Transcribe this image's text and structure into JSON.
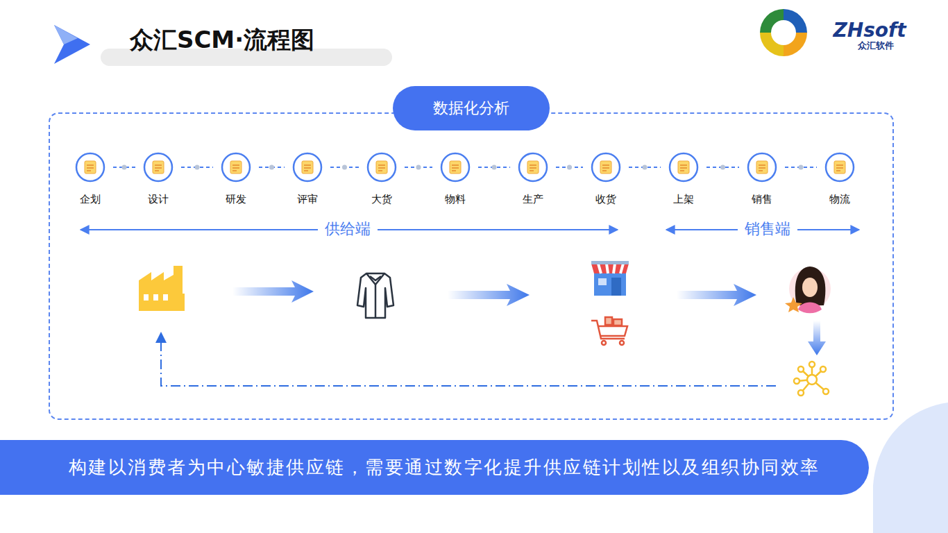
{
  "diagram": {
    "title": "众汇SCM·流程图",
    "caption": "构建以消费者为中心敏捷供应链，需要通过数字化提升供应链计划性以及组织协同效率",
    "nodes": [
      {
        "text": [
          "数据化分析"
        ]
      },
      {
        "text": [
          "企划"
        ],
        "in": 0
      },
      {
        "text": [
          "设计"
        ],
        "in": 0
      },
      {
        "text": [
          "研发"
        ],
        "in": 0
      },
      {
        "text": [
          "评审"
        ],
        "in": 0
      },
      {
        "text": [
          "大货"
        ],
        "in": 0
      },
      {
        "text": [
          "物料"
        ],
        "in": 0
      },
      {
        "text": [
          "生产"
        ],
        "in": 0
      },
      {
        "text": [
          "收货"
        ],
        "in": 0
      },
      {
        "text": [
          "上架"
        ],
        "in": 0
      },
      {
        "text": [
          "销售"
        ],
        "in": 0
      },
      {
        "text": [
          "物流"
        ],
        "in": 0
      }
    ],
    "edges": [
      {
        "from": 1,
        "to": 2,
        "arrow": "none"
      },
      {
        "from": 2,
        "to": 3,
        "arrow": "none"
      },
      {
        "from": 3,
        "to": 4,
        "arrow": "none"
      },
      {
        "from": 4,
        "to": 5,
        "arrow": "none"
      },
      {
        "from": 5,
        "to": 6,
        "arrow": "none"
      },
      {
        "from": 6,
        "to": 7,
        "arrow": "none"
      },
      {
        "from": 7,
        "to": 8,
        "arrow": "none"
      },
      {
        "from": 8,
        "to": 9,
        "arrow": "none"
      },
      {
        "from": 9,
        "to": 10,
        "arrow": "none"
      },
      {
        "from": 10,
        "to": 11,
        "arrow": "none"
      }
    ],
    "labels": [
      "供给端",
      "销售端",
      "ZHsoft",
      "众汇软件"
    ]
  }
}
